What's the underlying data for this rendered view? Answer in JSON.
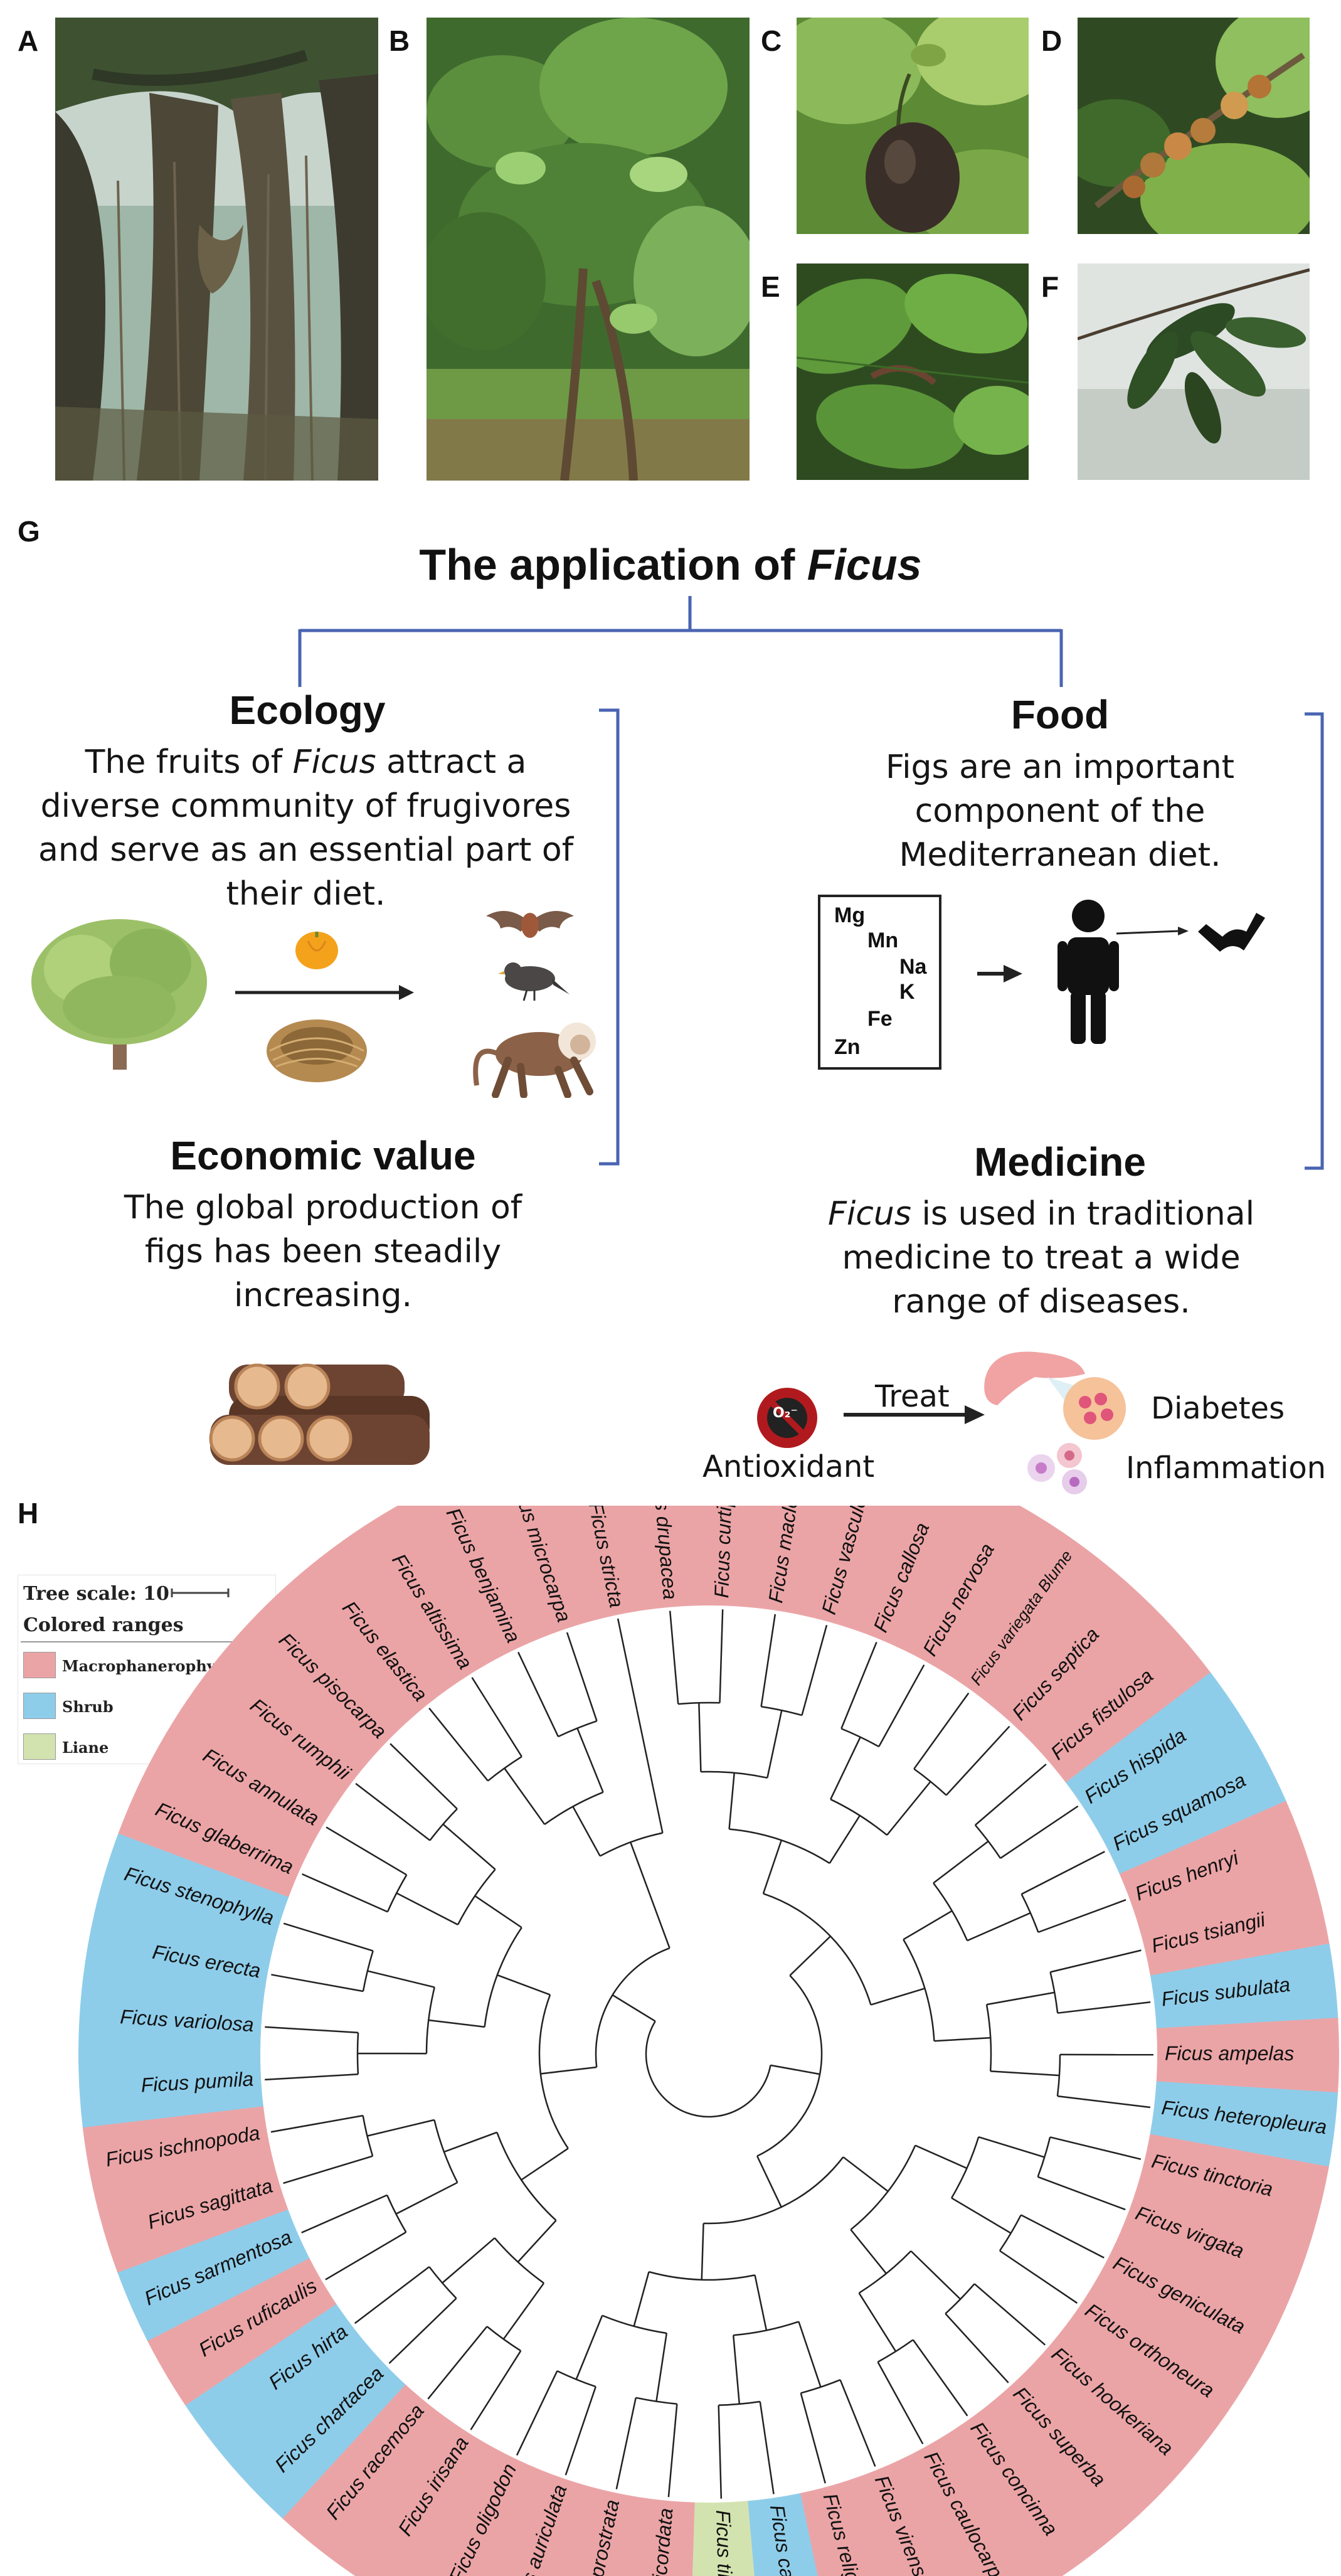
{
  "panel_letters": {
    "a": "A",
    "b": "B",
    "c": "C",
    "d": "D",
    "e": "E",
    "f": "F",
    "g": "G",
    "h": "H"
  },
  "application": {
    "title_prefix": "The application of ",
    "title_italic": "Ficus",
    "ecology": {
      "title": "Ecology",
      "line1_pre": "The fruits of ",
      "line1_italic": "Ficus",
      "line1_post": " attract a",
      "line2": "diverse community of frugivores",
      "line3": "and serve as an essential part of",
      "line4": "their diet."
    },
    "food": {
      "title": "Food",
      "line1": "Figs are an important",
      "line2": "component of the",
      "line3": "Mediterranean diet.",
      "minerals": [
        "Mg",
        "Mn",
        "Na",
        "K",
        "Fe",
        "Zn"
      ]
    },
    "economic": {
      "title": "Economic value",
      "line1": "The global production of",
      "line2": "figs has been steadily",
      "line3": "increasing."
    },
    "medicine": {
      "title": "Medicine",
      "line1_italic": "Ficus",
      "line1_post": " is used in traditional",
      "line2": "medicine to treat a wide",
      "line3": "range of diseases.",
      "antioxidant": "Antioxidant",
      "treat": "Treat",
      "diabetes": "Diabetes",
      "inflammation": "Inflammation",
      "radical": "O₂⁻"
    }
  },
  "tree": {
    "scale_label": "Tree scale: 10",
    "legend_title": "Colored ranges",
    "categories": [
      {
        "name": "Macrophanerophytes",
        "color": "#eba4a6"
      },
      {
        "name": "Shrub",
        "color": "#8ecdea"
      },
      {
        "name": "Liane",
        "color": "#d3e3b0"
      }
    ],
    "species_clockwise_from_top": [
      {
        "name": "Ficus drupacea",
        "cat": 0
      },
      {
        "name": "Ficus curtipes",
        "cat": 0
      },
      {
        "name": "Ficus maclellandii",
        "cat": 0
      },
      {
        "name": "Ficus vasculosa",
        "cat": 0
      },
      {
        "name": "Ficus callosa",
        "cat": 0
      },
      {
        "name": "Ficus nervosa",
        "cat": 0
      },
      {
        "name": "Ficus variegata Blume",
        "cat": 0
      },
      {
        "name": "Ficus septica",
        "cat": 0
      },
      {
        "name": "Ficus fistulosa",
        "cat": 0
      },
      {
        "name": "Ficus hispida",
        "cat": 1
      },
      {
        "name": "Ficus squamosa",
        "cat": 1
      },
      {
        "name": "Ficus henryi",
        "cat": 0
      },
      {
        "name": "Ficus tsiangii",
        "cat": 0
      },
      {
        "name": "Ficus subulata",
        "cat": 1
      },
      {
        "name": "Ficus ampelas",
        "cat": 0
      },
      {
        "name": "Ficus heteropleura",
        "cat": 1
      },
      {
        "name": "Ficus tinctoria",
        "cat": 0
      },
      {
        "name": "Ficus virgata",
        "cat": 0
      },
      {
        "name": "Ficus geniculata",
        "cat": 0
      },
      {
        "name": "Ficus orthoneura",
        "cat": 0
      },
      {
        "name": "Ficus hookeriana",
        "cat": 0
      },
      {
        "name": "Ficus superba",
        "cat": 0
      },
      {
        "name": "Ficus concinna",
        "cat": 0
      },
      {
        "name": "Ficus caulocarpa",
        "cat": 0
      },
      {
        "name": "Ficus virens",
        "cat": 0
      },
      {
        "name": "Ficus religiosa",
        "cat": 0
      },
      {
        "name": "Ficus carica",
        "cat": 1
      },
      {
        "name": "Ficus tikoua",
        "cat": 2
      },
      {
        "name": "Ficus semicordata",
        "cat": 0
      },
      {
        "name": "Ficus prostrata",
        "cat": 0
      },
      {
        "name": "Ficus auriculata",
        "cat": 0
      },
      {
        "name": "Ficus oligodon",
        "cat": 0
      },
      {
        "name": "Ficus irisana",
        "cat": 0
      },
      {
        "name": "Ficus racemosa",
        "cat": 0
      },
      {
        "name": "Ficus chartacea",
        "cat": 1
      },
      {
        "name": "Ficus hirta",
        "cat": 1
      },
      {
        "name": "Ficus ruficaulis",
        "cat": 0
      },
      {
        "name": "Ficus sarmentosa",
        "cat": 1
      },
      {
        "name": "Ficus sagittata",
        "cat": 0
      },
      {
        "name": "Ficus ischnopoda",
        "cat": 0
      },
      {
        "name": "Ficus pumila",
        "cat": 1
      },
      {
        "name": "Ficus variolosa",
        "cat": 1
      },
      {
        "name": "Ficus erecta",
        "cat": 1
      },
      {
        "name": "Ficus stenophylla",
        "cat": 1
      },
      {
        "name": "Ficus glaberrima",
        "cat": 0
      },
      {
        "name": "Ficus annulata",
        "cat": 0
      },
      {
        "name": "Ficus rumphii",
        "cat": 0
      },
      {
        "name": "Ficus pisocarpa",
        "cat": 0
      },
      {
        "name": "Ficus elastica",
        "cat": 0
      },
      {
        "name": "Ficus altissima",
        "cat": 0
      },
      {
        "name": "Ficus benjamina",
        "cat": 0
      },
      {
        "name": "Ficus microcarpa",
        "cat": 0
      },
      {
        "name": "Ficus stricta",
        "cat": 0
      }
    ]
  }
}
